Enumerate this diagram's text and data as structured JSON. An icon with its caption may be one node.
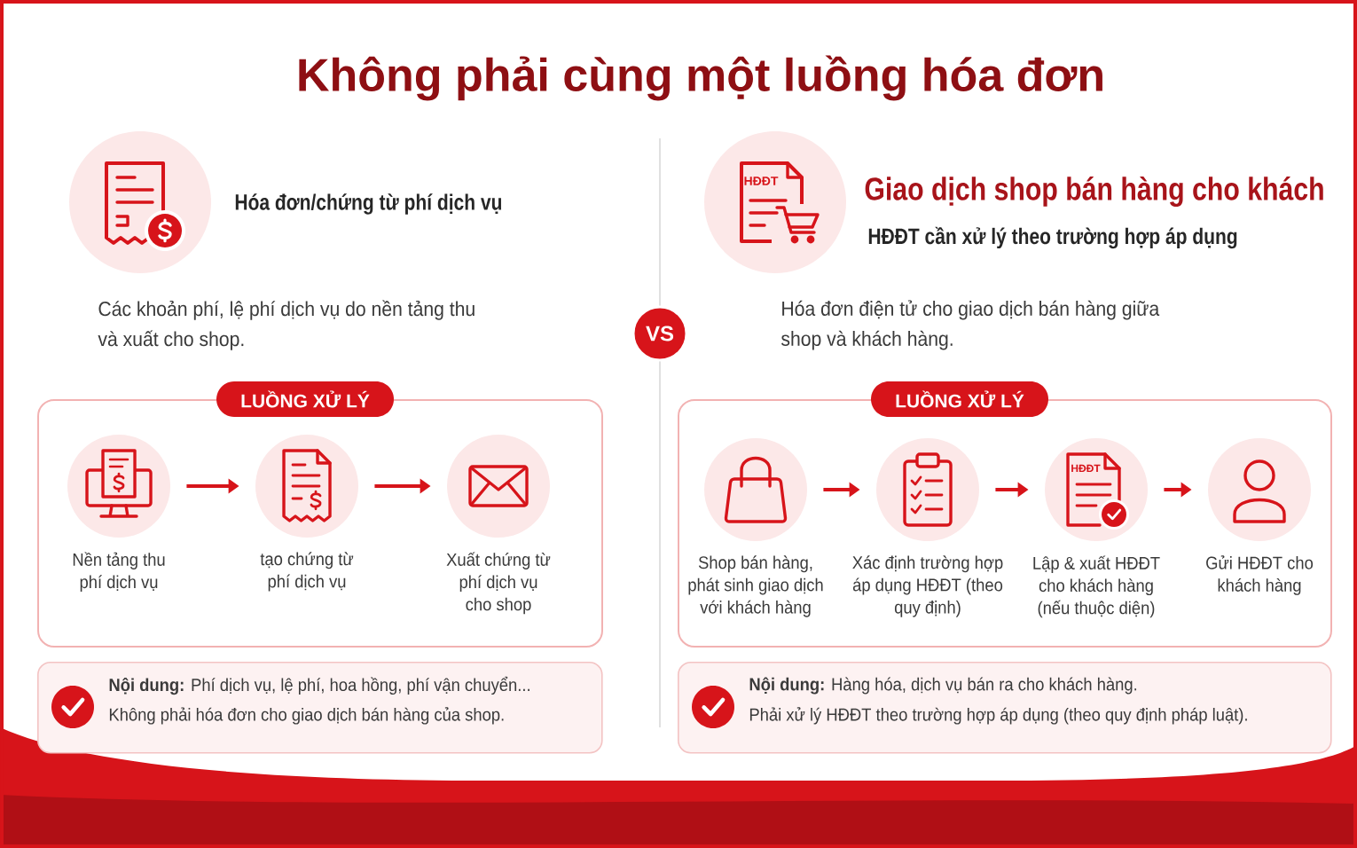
{
  "diagram": {
    "title": "Không phải cùng một luồng hóa đơn",
    "nodes": [
      {
        "text": [
          "LUỒNG XỬ LÝ"
        ]
      },
      {
        "text": [
          "Nền tảng thu phí dịch vụ"
        ],
        "in": 0
      },
      {
        "text": [
          "tạo chứng từ phí dịch vụ"
        ],
        "in": 0
      },
      {
        "text": [
          "Xuất chứng từ phí dịch vụ cho shop"
        ],
        "in": 0
      },
      {
        "text": [
          "**Nội dung:** Phí dịch vụ, lệ phí, hoa hồng, phí vận chuyển...",
          "Không phải hóa đơn cho giao dịch bán hàng của shop."
        ]
      },
      {
        "text": [
          "VS"
        ]
      },
      {
        "text": [
          "LUỒNG XỬ LÝ"
        ]
      },
      {
        "text": [
          "Shop bán hàng, phát sinh giao dịch với khách hàng"
        ],
        "in": 6
      },
      {
        "text": [
          "Xác định trường hợp áp dụng HĐĐT (theo quy định)"
        ],
        "in": 6
      },
      {
        "text": [
          "Lập & xuất HĐĐT cho khách hàng (nếu thuộc diện)"
        ],
        "in": 6
      },
      {
        "text": [
          "Gửi HĐĐT cho khách hàng"
        ],
        "in": 6
      },
      {
        "text": [
          "**Nội dung:** Hàng hóa, dịch vụ bán ra cho khách hàng.",
          "Phải xử lý HĐĐT theo trường hợp áp dụng (theo quy định pháp luật)."
        ]
      }
    ],
    "edges": [
      {
        "from": 1,
        "to": 2,
        "arrow": "to"
      },
      {
        "from": 2,
        "to": 3,
        "arrow": "to"
      },
      {
        "from": 7,
        "to": 8,
        "arrow": "to"
      },
      {
        "from": 8,
        "to": 9,
        "arrow": "to"
      },
      {
        "from": 9,
        "to": 10,
        "arrow": "to"
      }
    ],
    "labels": [
      "Hóa đơn/chứng từ phí dịch vụ",
      "Các khoản phí, lệ phí dịch vụ do nền tảng thu và xuất cho shop.",
      "HĐĐT",
      "Giao dịch shop bán hàng cho khách",
      "HĐĐT cần xử lý theo trường hợp áp dụng",
      "Hóa đơn điện tử cho giao dịch bán hàng giữa shop và khách hàng.",
      "HĐĐT"
    ]
  }
}
